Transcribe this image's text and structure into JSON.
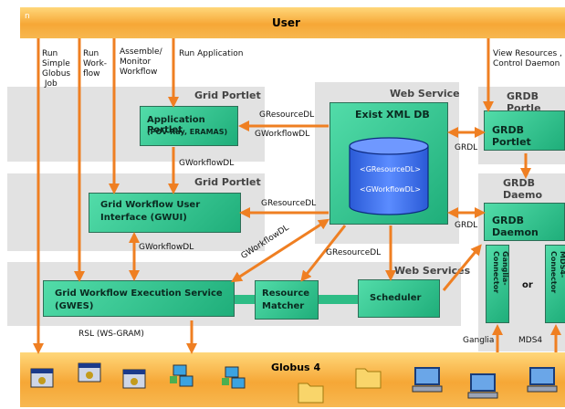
{
  "top_bar": {
    "corner": "n",
    "title": "User"
  },
  "globus_bar": {
    "title": "Globus 4"
  },
  "user_actions": {
    "run_simple_globus_job": "Run\nSimple\nGlobus\n Job",
    "run_workflow": "Run\nWork-\nflow",
    "assemble_monitor": "Assemble/\nMonitor\nWorkflow",
    "run_application": "Run Application",
    "view_resources": "View Resources ,\nControl Daemon"
  },
  "panels": {
    "grid_portlet_1": "Grid Portlet",
    "grid_portlet_2": "Grid Portlet",
    "web_service": "Web Service",
    "web_services": "Web Services",
    "grdb_portlet_panel": "GRDB Portle",
    "grdb_daemon_panel": "GRDB Daemo"
  },
  "boxes": {
    "application_portlet": "Application Portlet",
    "application_portlet_sub": "(POV-Ray, ERAMAS)",
    "gwui": "Grid Workflow User\nInterface (GWUI)",
    "gwes": "Grid Workflow Execution Service\n(GWES)",
    "resource_matcher": "Resource\nMatcher",
    "scheduler": "Scheduler",
    "exist_db": "Exist XML DB",
    "db_item_1": "<GResourceDL>",
    "db_item_2": "<GWorkflowDL>",
    "grdb_portlet": "GRDB Portlet",
    "grdb_daemon": "GRDB Daemon",
    "ganglia_connector": "Ganglia-\nConnector",
    "or": "or",
    "mds4_connector": "MDS4-\nConnector"
  },
  "edge_labels": {
    "gresourcedl_1": "GResourceDL",
    "gworkflowdl_1": "GWorkflowDL",
    "gworkflowdl_2": "GWorkflowDL",
    "gresourcedl_2": "GResourceDL",
    "gworkflowdl_3": "GWorkflowDL",
    "gworkflowdl_diag": "GWorkflowDL",
    "gresourcedl_3": "GResourceDL",
    "grdl_1": "GRDL",
    "grdl_2": "GRDL",
    "rsl": "RSL (WS-GRAM)",
    "ganglia": "Ganglia",
    "mds4": "MDS4"
  },
  "icons": [
    "application-window-icon",
    "application-window-icon",
    "application-window-icon",
    "network-computers-icon",
    "network-computers-icon",
    "folder-icon",
    "folder-icon",
    "computer-icon",
    "computer-icon",
    "computer-icon"
  ],
  "colors": {
    "orange": "#ef7f22",
    "green": "#2ebd86",
    "db_blue": "#3d6ee8",
    "panel": "#e2e2e2"
  }
}
